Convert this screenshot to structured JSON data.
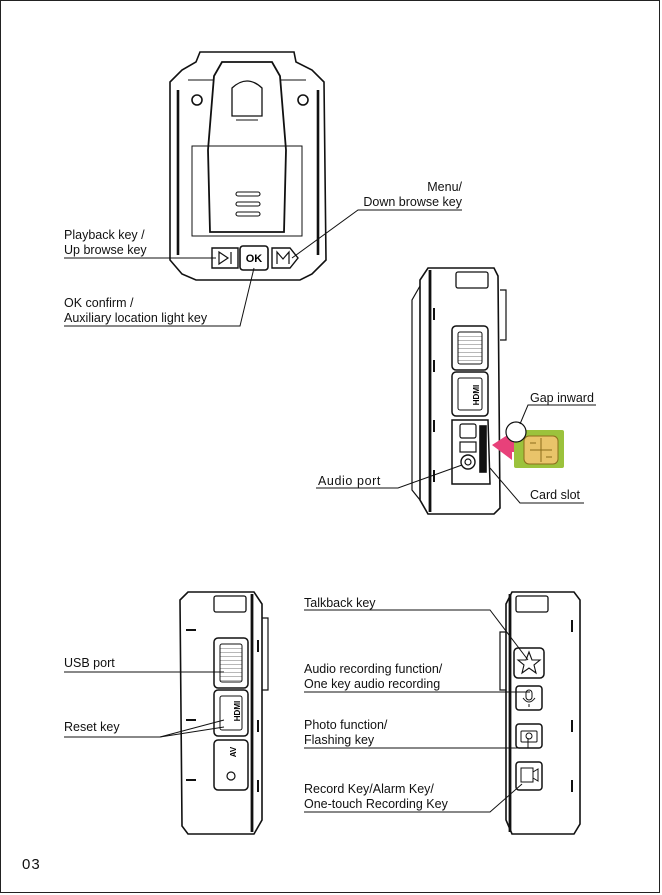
{
  "labels": {
    "menu": [
      "Menu/",
      "Down browse key"
    ],
    "playback": [
      "Playback key /",
      "Up browse key"
    ],
    "ok_confirm": [
      "OK confirm /",
      "Auxiliary location light key"
    ],
    "gap_inward": "Gap inward",
    "audio_port": "Audio port",
    "card_slot": "Card slot",
    "usb_port": "USB port",
    "reset_key": "Reset key",
    "talkback": "Talkback key",
    "audio_rec": [
      "Audio recording function/",
      "One key audio recording"
    ],
    "photo": [
      "Photo function/",
      "Flashing key"
    ],
    "record": [
      "Record Key/Alarm Key/",
      "One-touch Recording Key"
    ]
  },
  "device_text": {
    "ok": "OK",
    "hdmi": "HDMI",
    "av": "AV"
  },
  "page_number": "03",
  "colors": {
    "ink": "#111111",
    "arrow": "#e8417a",
    "sim_card": "#9bc23c",
    "sim_chip": "#e9c46a"
  }
}
